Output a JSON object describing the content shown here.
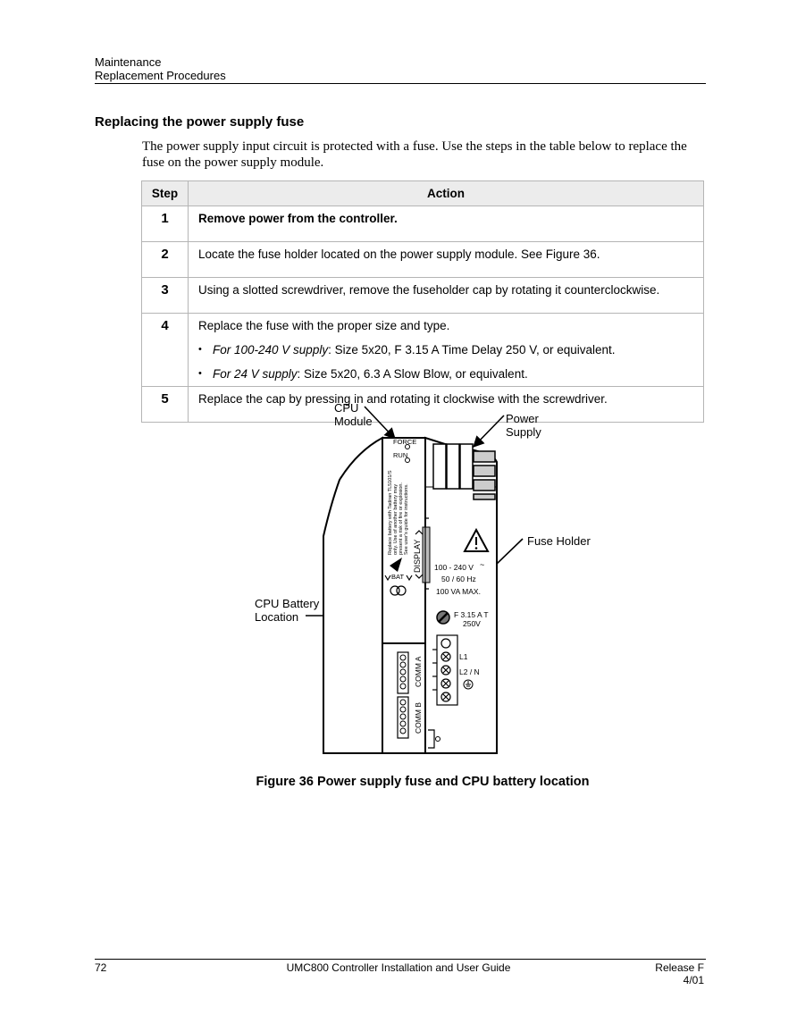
{
  "header": {
    "line1": "Maintenance",
    "line2": "Replacement Procedures"
  },
  "section_title": "Replacing the power supply fuse",
  "intro": "The power supply input circuit is protected with a fuse. Use the steps in the table below to replace the fuse on the power supply module.",
  "table": {
    "headers": {
      "step": "Step",
      "action": "Action"
    },
    "rows": [
      {
        "step": "1",
        "action": "Remove power from the controller."
      },
      {
        "step": "2",
        "action": "Locate the fuse holder located on the power supply module. See Figure 36."
      },
      {
        "step": "3",
        "action": "Using a slotted screwdriver, remove the fuseholder cap by rotating it counterclockwise."
      },
      {
        "step": "4",
        "action": "Replace the fuse with the proper size and type.",
        "bullets": [
          {
            "bullet": "•",
            "lead": "For 100-240 V supply",
            "rest": ": Size 5x20, F 3.15 A Time Delay 250 V, or equivalent."
          },
          {
            "bullet": "•",
            "lead": "For 24 V supply",
            "rest": ": Size 5x20, 6.3 A Slow Blow, or equivalent."
          }
        ]
      },
      {
        "step": "5",
        "action": "Replace the cap by pressing in and rotating it clockwise with the screwdriver."
      }
    ]
  },
  "figure": {
    "callouts": {
      "cpu_module_1": "CPU",
      "cpu_module_2": "Module",
      "power_supply_1": "Power",
      "power_supply_2": "Supply",
      "fuse_holder": "Fuse Holder",
      "cpu_battery_1": "CPU Battery",
      "cpu_battery_2": "Location"
    },
    "device": {
      "force": "FORCE",
      "run": "RUN",
      "display": "DISPLAY",
      "bat": "BAT",
      "battery_warning_1": "Replace battery with Tadiran TL5101/S",
      "battery_warning_2": "only. Use of another battery may",
      "battery_warning_3": "present a risk of fire or explosion.",
      "battery_warning_4": "See user's guide for instructions.",
      "voltage": "100 - 240 V",
      "ac_symbol": "~",
      "frequency": "50 / 60 Hz",
      "power": "100 VA MAX.",
      "fuse_rating_1": "F 3.15 A T",
      "fuse_rating_2": "250V",
      "l1": "L1",
      "l2n": "L2 / N",
      "comm_a": "COMM A",
      "comm_b": "COMM B"
    },
    "caption": "Figure 36  Power supply fuse and CPU battery location"
  },
  "footer": {
    "page": "72",
    "title": "UMC800 Controller Installation and User Guide",
    "release": "Release F",
    "date": "4/01"
  }
}
